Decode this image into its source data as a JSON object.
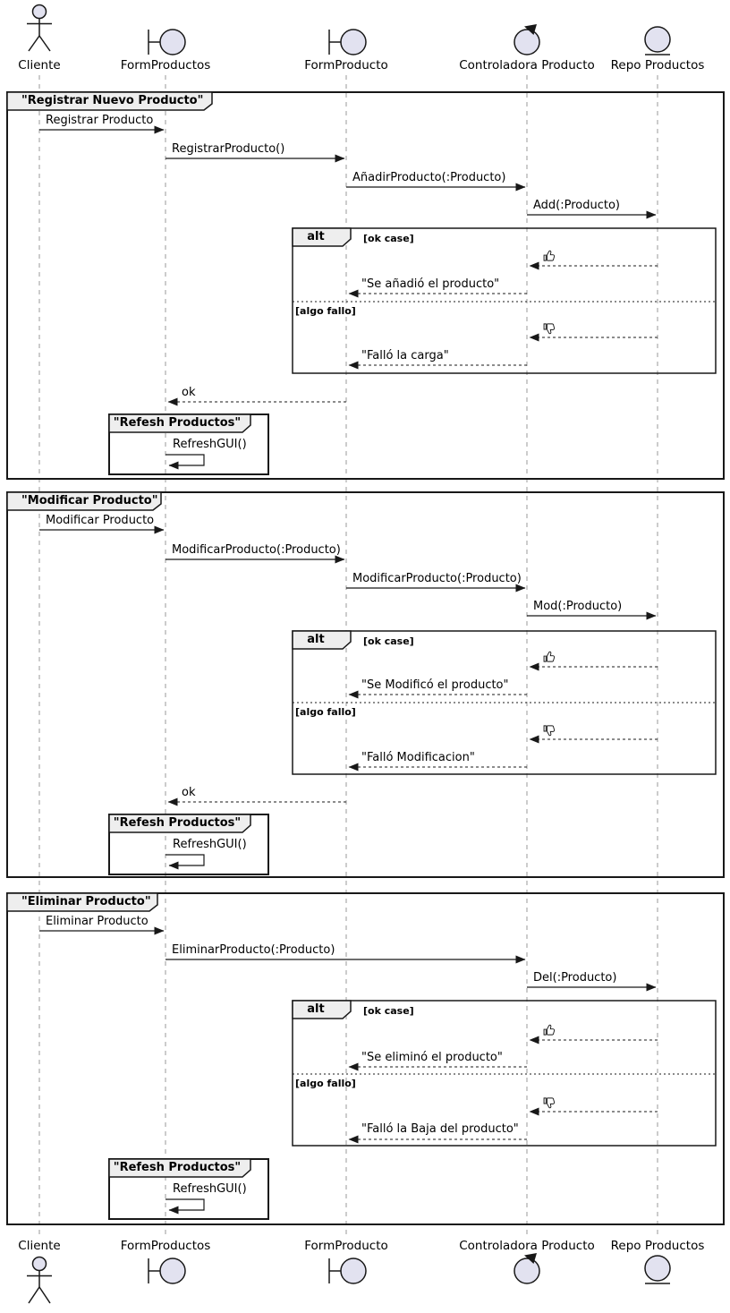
{
  "colors": {
    "line": "#181818",
    "lifeline": "#999999",
    "participant_fill": "#E2E2F0",
    "frame_tab_bg": "#EEEEEE"
  },
  "participants": [
    {
      "label": "Cliente",
      "icon": "actor-icon"
    },
    {
      "label": "FormProductos",
      "icon": "boundary-icon"
    },
    {
      "label": "FormProducto",
      "icon": "boundary-icon"
    },
    {
      "label": "Controladora Producto",
      "icon": "control-icon"
    },
    {
      "label": "Repo Productos",
      "icon": "entity-icon"
    }
  ],
  "sections": [
    {
      "title": "\"Registrar Nuevo Producto\"",
      "messages": [
        "Registrar Producto",
        "RegistrarProducto()",
        "AñadirProducto(:Producto)",
        "Add(:Producto)"
      ],
      "alt": {
        "keyword": "alt",
        "ok_guard": "[ok case]",
        "ok_icon": "thumbs-up-icon",
        "ok_reply": "\"Se añadió el producto\"",
        "fail_guard": "[algo fallo]",
        "fail_icon": "thumbs-down-icon",
        "fail_reply": "\"Falló la carga\""
      },
      "return_label": "ok",
      "refresh": {
        "title": "\"Refesh Productos\"",
        "self_message": "RefreshGUI()"
      }
    },
    {
      "title": "\"Modificar Producto\"",
      "messages": [
        "Modificar Producto",
        "ModificarProducto(:Producto)",
        "ModificarProducto(:Producto)",
        "Mod(:Producto)"
      ],
      "alt": {
        "keyword": "alt",
        "ok_guard": "[ok case]",
        "ok_icon": "thumbs-up-icon",
        "ok_reply": "\"Se Modificó el producto\"",
        "fail_guard": "[algo fallo]",
        "fail_icon": "thumbs-down-icon",
        "fail_reply": "\"Falló Modificacion\""
      },
      "return_label": "ok",
      "refresh": {
        "title": "\"Refesh Productos\"",
        "self_message": "RefreshGUI()"
      }
    },
    {
      "title": "\"Eliminar Producto\"",
      "messages": [
        "Eliminar Producto",
        "EliminarProducto(:Producto)",
        "Del(:Producto)"
      ],
      "alt": {
        "keyword": "alt",
        "ok_guard": "[ok case]",
        "ok_icon": "thumbs-up-icon",
        "ok_reply": "\"Se eliminó el producto\"",
        "fail_guard": "[algo fallo]",
        "fail_icon": "thumbs-down-icon",
        "fail_reply": "\"Falló la Baja del producto\""
      },
      "refresh": {
        "title": "\"Refesh Productos\"",
        "self_message": "RefreshGUI()"
      }
    }
  ]
}
